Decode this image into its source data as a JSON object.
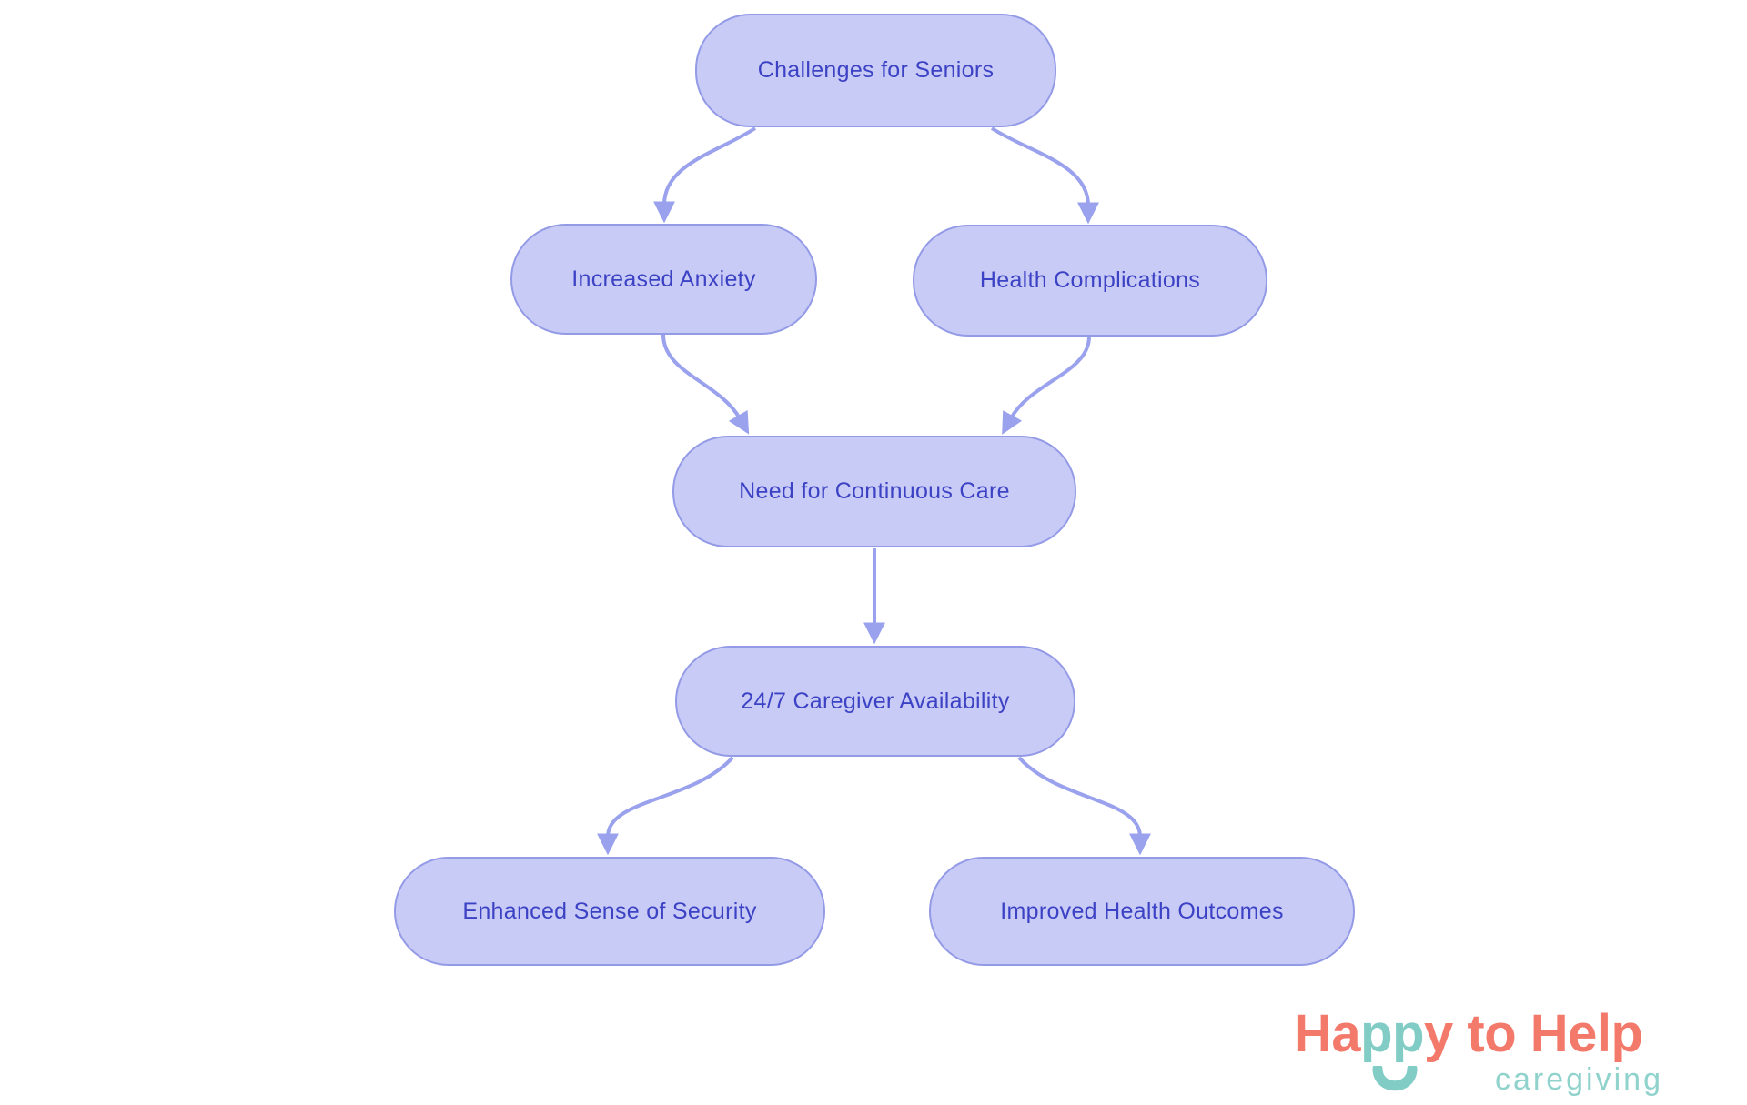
{
  "diagram": {
    "nodes": [
      {
        "id": "challenges",
        "label": "Challenges for Seniors"
      },
      {
        "id": "anxiety",
        "label": "Increased Anxiety"
      },
      {
        "id": "health",
        "label": "Health Complications"
      },
      {
        "id": "need",
        "label": "Need for Continuous Care"
      },
      {
        "id": "availability",
        "label": "24/7 Caregiver Availability"
      },
      {
        "id": "security",
        "label": "Enhanced Sense of Security"
      },
      {
        "id": "outcomes",
        "label": "Improved Health Outcomes"
      }
    ],
    "edges": [
      {
        "from": "challenges",
        "to": "anxiety"
      },
      {
        "from": "challenges",
        "to": "health"
      },
      {
        "from": "anxiety",
        "to": "need"
      },
      {
        "from": "health",
        "to": "need"
      },
      {
        "from": "need",
        "to": "availability"
      },
      {
        "from": "availability",
        "to": "security"
      },
      {
        "from": "availability",
        "to": "outcomes"
      }
    ]
  },
  "logo": {
    "happy_prefix": "Ha",
    "happy_pp": "pp",
    "happy_suffix": "y to Help",
    "subtitle": "caregiving"
  },
  "colors": {
    "background": "#ffffff",
    "node_fill": "#c9cbf7",
    "node_border": "#939ae6",
    "node_text": "#3c42c4",
    "arrow": "#9aa1ed",
    "logo_coral": "#f3796b",
    "logo_teal": "#82ccc6",
    "logo_teal_light": "#90d2cc"
  }
}
